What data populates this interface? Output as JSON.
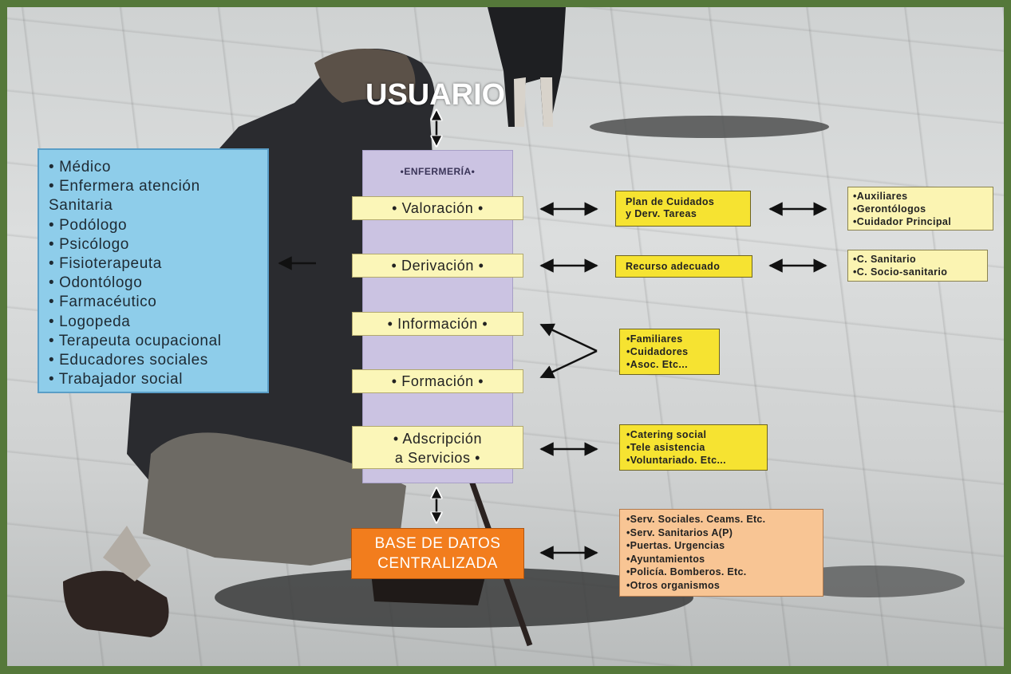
{
  "usuario": "USUARIO",
  "enfermeria": "•ENFERMERÍA•",
  "professionals": [
    "• Médico",
    "• Enfermera atención",
    "  Sanitaria",
    "• Podólogo",
    "• Psicólogo",
    "• Fisioterapeuta",
    "• Odontólogo",
    "• Farmacéutico",
    "• Logopeda",
    "• Terapeuta ocupacional",
    "• Educadores sociales",
    "• Trabajador social"
  ],
  "functions": {
    "valoracion": "• Valoración •",
    "derivacion": "• Derivación •",
    "informacion": "• Información •",
    "formacion": "• Formación •",
    "adscripcion_1": "• Adscripción",
    "adscripcion_2": "a Servicios •"
  },
  "plan": [
    "Plan de Cuidados",
    "y Derv. Tareas"
  ],
  "recurso": "Recurso adecuado",
  "staff": [
    "•Auxiliares",
    "•Gerontólogos",
    "•Cuidador Principal"
  ],
  "centros": [
    "•C. Sanitario",
    "•C. Socio-sanitario"
  ],
  "familia": [
    "•Familiares",
    "•Cuidadores",
    "•Asoc. Etc..."
  ],
  "servicios": [
    "•Catering social",
    "•Tele asistencia",
    "•Voluntariado. Etc..."
  ],
  "base_datos": [
    "BASE DE DATOS",
    "CENTRALIZADA"
  ],
  "organismos": [
    "•Serv. Sociales. Ceams. Etc.",
    "•Serv. Sanitarios A(P)",
    "•Puertas. Urgencias",
    "•Ayuntamientos",
    "•Policía. Bomberos. Etc.",
    "•Otros organismos"
  ],
  "colors": {
    "frame": "#55783a",
    "professionals_box": "#8ecdea",
    "nursing_column": "#cbc3e2",
    "function_box": "#fbf6b8",
    "yellow_box": "#f6e331",
    "database_box": "#f27d1d",
    "organisms_box": "#f8c594"
  }
}
